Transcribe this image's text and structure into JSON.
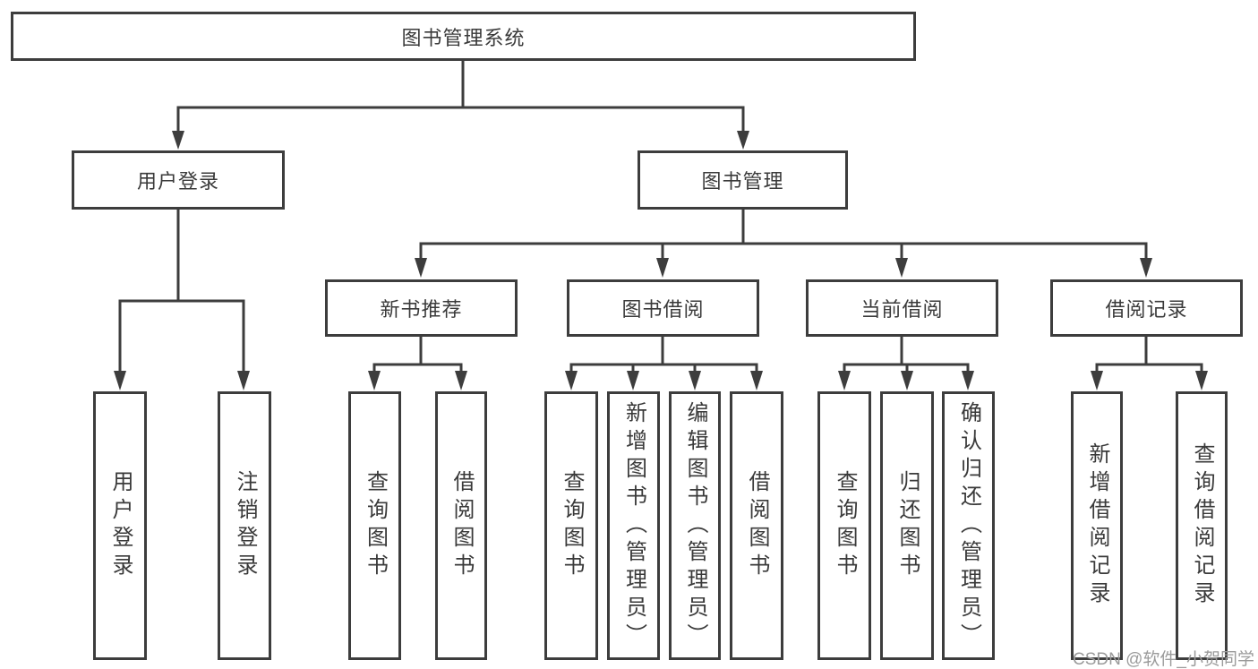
{
  "diagram": {
    "root": {
      "label": "图书管理系统"
    },
    "branches": [
      {
        "label": "用户登录",
        "children": [
          {
            "label": "用户登录"
          },
          {
            "label": "注销登录"
          }
        ]
      },
      {
        "label": "图书管理",
        "children": [
          {
            "label": "新书推荐",
            "children": [
              {
                "label": "查询图书"
              },
              {
                "label": "借阅图书"
              }
            ]
          },
          {
            "label": "图书借阅",
            "children": [
              {
                "label": "查询图书"
              },
              {
                "label": "新增图书（管理员）"
              },
              {
                "label": "编辑图书（管理员）"
              },
              {
                "label": "借阅图书"
              }
            ]
          },
          {
            "label": "当前借阅",
            "children": [
              {
                "label": "查询图书"
              },
              {
                "label": "归还图书"
              },
              {
                "label": "确认归还（管理员）"
              }
            ]
          },
          {
            "label": "借阅记录",
            "children": [
              {
                "label": "新增借阅记录"
              },
              {
                "label": "查询借阅记录"
              }
            ]
          }
        ]
      }
    ],
    "watermark": "CSDN @软件_小贺同学",
    "colors": {
      "line": "#3d3d3d",
      "text": "#3a3a3a",
      "watermark": "#9b9b9b",
      "background": "#ffffff"
    }
  }
}
